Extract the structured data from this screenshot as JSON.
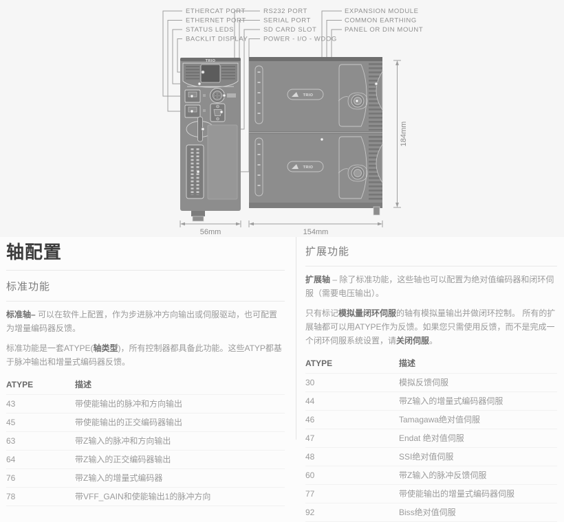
{
  "colors": {
    "device_body": "#8d8d8d",
    "device_outline": "#d6d6d6",
    "callout_line": "#9a9a9a",
    "title_text": "#3c3c3c"
  },
  "diagram": {
    "brand": "TRIO",
    "callouts": {
      "left": [
        "ETHERCAT PORT",
        "ETHERNET PORT",
        "STATUS LEDS",
        "BACKLIT DISPLAY"
      ],
      "middle": [
        "RS232 PORT",
        "SERIAL PORT",
        "SD CARD SLOT",
        "POWER - I/O - WDOG"
      ],
      "right": [
        "EXPANSION MODULE",
        "COMMON EARTHING",
        "PANEL OR DIN MOUNT"
      ]
    },
    "dimensions": {
      "controller_width": "56mm",
      "expansion_width": "154mm",
      "expansion_height": "184mm"
    }
  },
  "content": {
    "title": "轴配置",
    "standard": {
      "header": "标准功能",
      "para1_bold": "标准轴–",
      "para1_rest": " 可以在软件上配置，作为步进脉冲方向输出或伺服驱动，也可配置为增量编码器反馈。",
      "para2_pre": "标准功能是一套ATYPE(",
      "para2_bold": "轴类型",
      "para2_post": ")，所有控制器都具备此功能。这些ATYP都基于脉冲输出和增量式编码器反馈。",
      "table": {
        "col_atype": "ATYPE",
        "col_desc": "描述",
        "rows": [
          {
            "atype": "43",
            "desc": "带使能输出的脉冲和方向输出"
          },
          {
            "atype": "45",
            "desc": "带使能输出的正交编码器输出"
          },
          {
            "atype": "63",
            "desc": "带Z输入的脉冲和方向输出"
          },
          {
            "atype": "64",
            "desc": "带Z输入的正交编码器输出"
          },
          {
            "atype": "76",
            "desc": "带Z输入的增量式编码器"
          },
          {
            "atype": "78",
            "desc": "带VFF_GAIN和使能输出1的脉冲方向"
          }
        ]
      }
    },
    "expanded": {
      "header": "扩展功能",
      "para1_bold": "扩展轴",
      "para1_rest": " – 除了标准功能，这些轴也可以配置为绝对值编码器和闭环伺服（需要电压输出）。",
      "para2_pre": "只有标记",
      "para2_bold1": "模拟量闭环伺服",
      "para2_mid": "的轴有模拟量输出并做闭环控制。 所有的扩展轴都可以用ATYPE作为反馈。如果您只需使用反馈，而不是完成一个闭环伺服系统设置，请",
      "para2_bold2": "关闭伺服",
      "para2_end": "。",
      "table": {
        "col_atype": "ATYPE",
        "col_desc": "描述",
        "rows": [
          {
            "atype": "30",
            "desc": "模拟反馈伺服"
          },
          {
            "atype": "44",
            "desc": "带Z输入的增量式编码器伺服"
          },
          {
            "atype": "46",
            "desc": "Tamagawa绝对值伺服"
          },
          {
            "atype": "47",
            "desc": "Endat 绝对值伺服"
          },
          {
            "atype": "48",
            "desc": "SSI绝对值伺服"
          },
          {
            "atype": "60",
            "desc": "带Z输入的脉冲反馈伺服"
          },
          {
            "atype": "77",
            "desc": "带使能输出的增量式编码器伺服"
          },
          {
            "atype": "92",
            "desc": "Biss绝对值伺服"
          }
        ]
      }
    }
  }
}
